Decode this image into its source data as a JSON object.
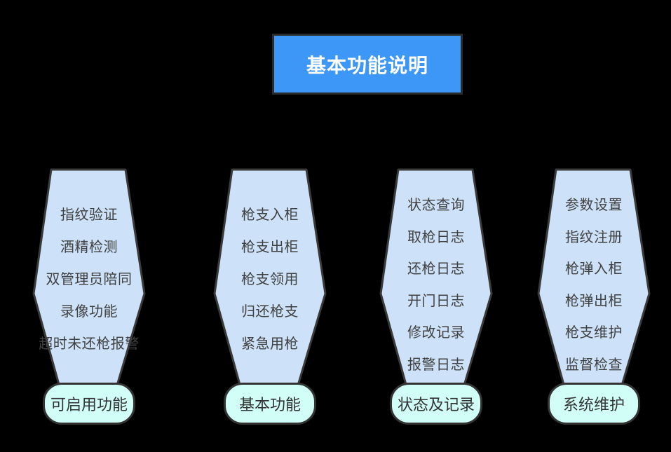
{
  "title": "基本功能说明",
  "columns": [
    {
      "label": "可启用功能",
      "items": [
        "指纹验证",
        "酒精检测",
        "双管理员陪同",
        "录像功能",
        "超时未还枪报警"
      ]
    },
    {
      "label": "基本功能",
      "items": [
        "枪支入柜",
        "枪支出柜",
        "枪支领用",
        "归还枪支",
        "紧急用枪"
      ]
    },
    {
      "label": "状态及记录",
      "items": [
        "状态查询",
        "取枪日志",
        "还枪日志",
        "开门日志",
        "修改记录",
        "报警日志"
      ]
    },
    {
      "label": "系统维护",
      "items": [
        "参数设置",
        "指纹注册",
        "枪弹入柜",
        "枪弹出柜",
        "枪支维护",
        "监督检查"
      ]
    }
  ],
  "colors": {
    "background": "#000000",
    "title_fill": "#3d97f6",
    "title_text": "#ffffff",
    "node_fill": "#cde2f9",
    "node_stroke": "#3a3a3a",
    "pill_fill": "#d1fff7",
    "item_text": "#404040"
  }
}
